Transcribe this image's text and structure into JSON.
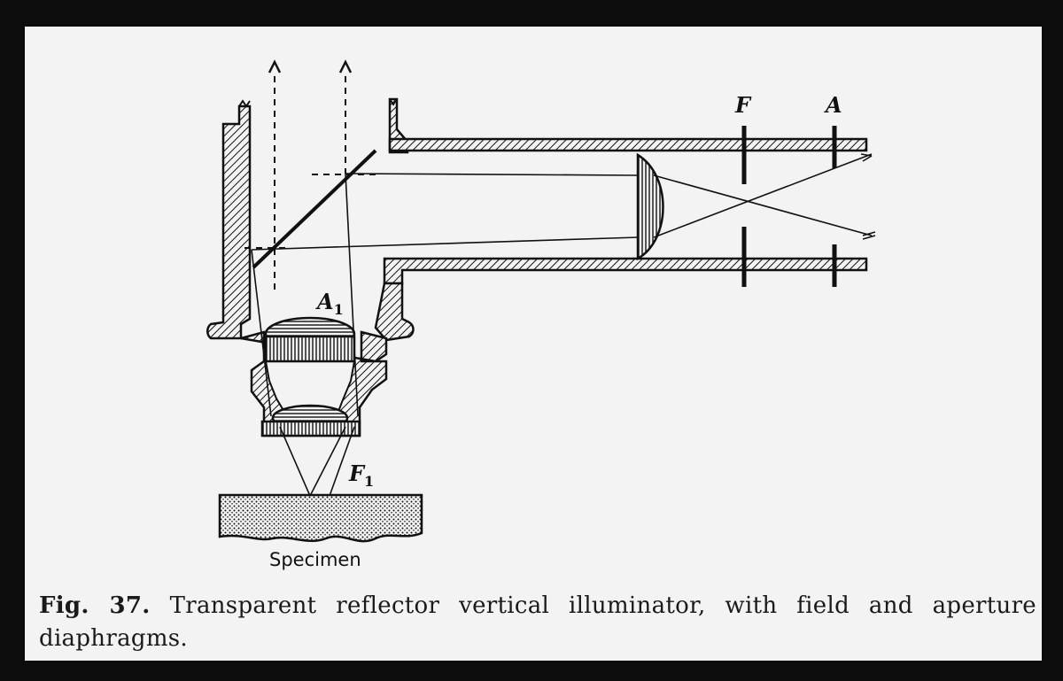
{
  "labels": {
    "field_diaphragm": "F",
    "aperture_diaphragm": "A",
    "objective_letter": "A",
    "objective_sub": "1",
    "focus_letter": "F",
    "focus_sub": "1",
    "specimen": "Specimen"
  },
  "caption": {
    "figure_number": "Fig. 37.",
    "text": "Transparent reflector vertical illuminator, with field and aperture diaphragms."
  },
  "colors": {
    "ink": "#111111",
    "paper": "#f3f3f3",
    "frame": "#0d0d0d"
  }
}
